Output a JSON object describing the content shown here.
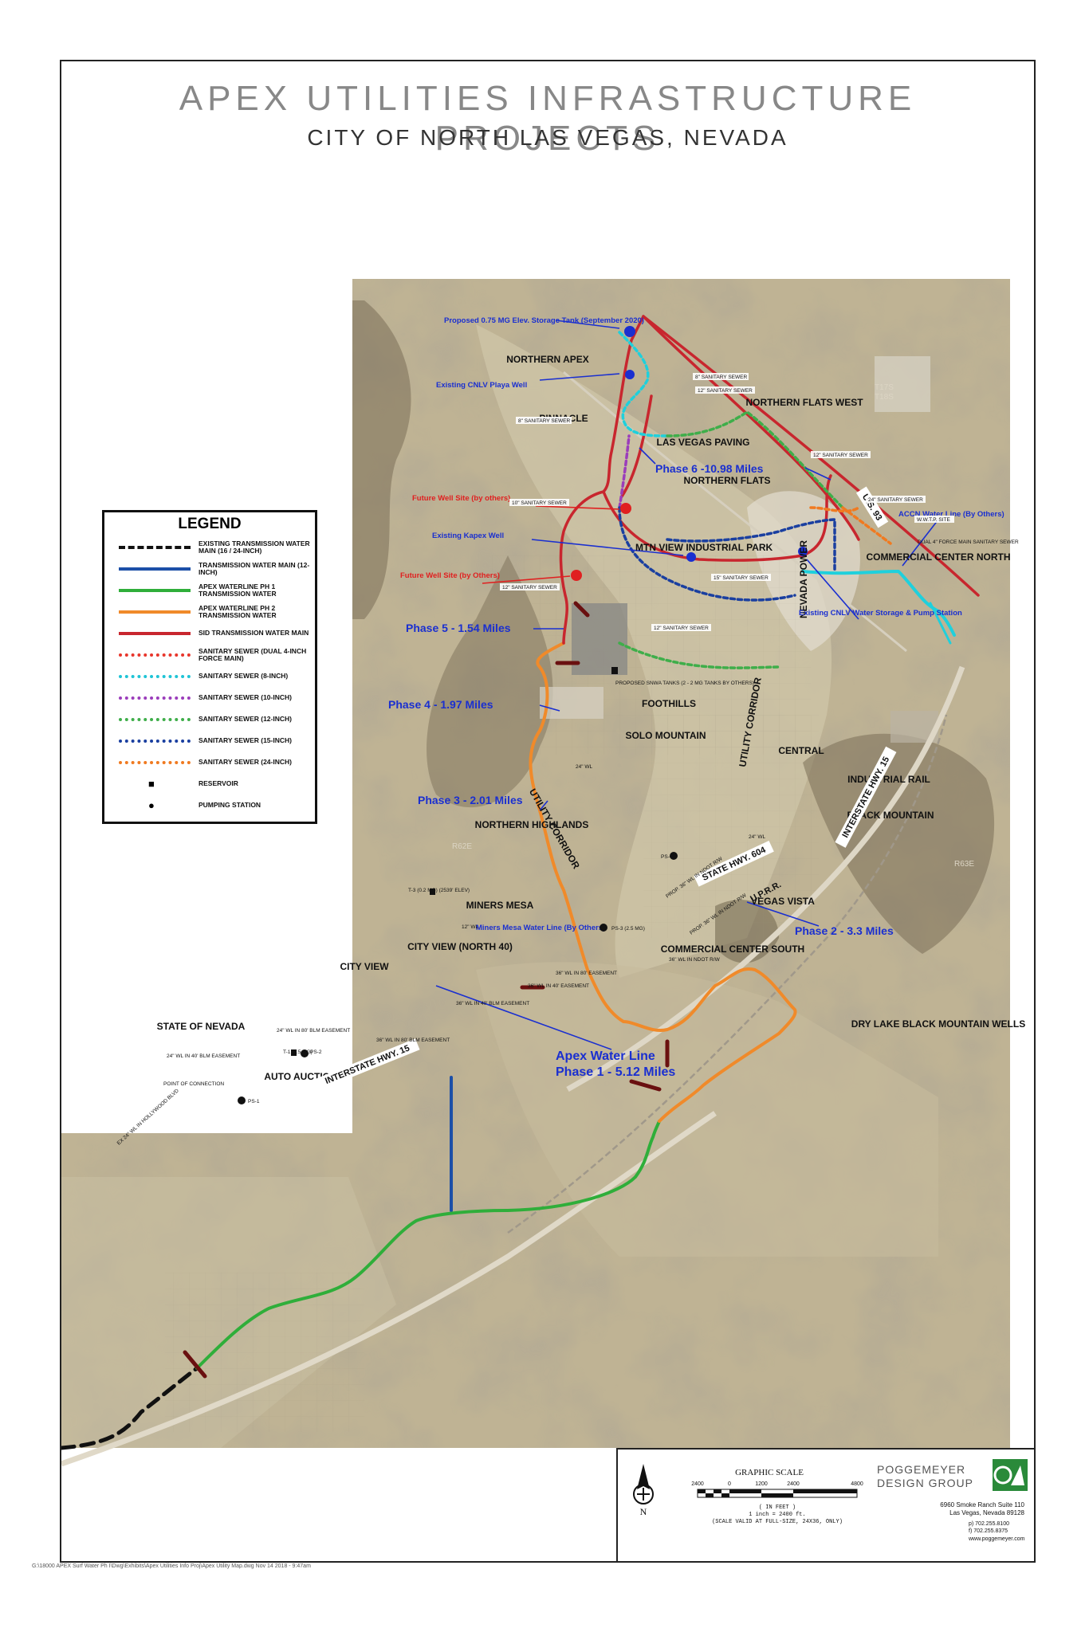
{
  "title": "APEX UTILITIES INFRASTRUCTURE PROJECTS",
  "subtitle": "CITY OF NORTH LAS VEGAS, NEVADA",
  "legend": {
    "title": "LEGEND",
    "items": [
      {
        "label": "EXISTING TRANSMISSION WATER MAIN (16 / 24-INCH)",
        "color": "#111111",
        "style": "dash-thick"
      },
      {
        "label": "TRANSMISSION WATER MAIN (12-INCH)",
        "color": "#1c4fa8",
        "style": "solid"
      },
      {
        "label": "APEX WATERLINE PH 1 TRANSMISSION WATER",
        "color": "#2fae3a",
        "style": "solid"
      },
      {
        "label": "APEX WATERLINE PH 2 TRANSMISSION WATER",
        "color": "#f08a2a",
        "style": "solid"
      },
      {
        "label": "SID TRANSMISSION WATER MAIN",
        "color": "#c8262e",
        "style": "solid"
      },
      {
        "label": "SANITARY SEWER (DUAL 4-INCH FORCE MAIN)",
        "color": "#e8362c",
        "style": "dot"
      },
      {
        "label": "SANITARY SEWER (8-INCH)",
        "color": "#1fc4d6",
        "style": "dot"
      },
      {
        "label": "SANITARY SEWER (10-INCH)",
        "color": "#9b3dbb",
        "style": "dot"
      },
      {
        "label": "SANITARY SEWER (12-INCH)",
        "color": "#3fae4a",
        "style": "dot"
      },
      {
        "label": "SANITARY SEWER (15-INCH)",
        "color": "#1a3fa0",
        "style": "dot"
      },
      {
        "label": "SANITARY SEWER (24-INCH)",
        "color": "#f07a20",
        "style": "dot"
      },
      {
        "label": "RESERVOIR",
        "color": "#111111",
        "style": "reservoir"
      },
      {
        "label": "PUMPING STATION",
        "color": "#111111",
        "style": "pump"
      }
    ]
  },
  "areas": {
    "northern_apex": "NORTHERN APEX",
    "pinnacle": "PINNACLE",
    "las_vegas_paving": "LAS VEGAS PAVING",
    "northern_flats_west": "NORTHERN FLATS WEST",
    "northern_flats": "NORTHERN FLATS",
    "mtn_view": "MTN VIEW INDUSTRIAL PARK",
    "commercial_center_north": "COMMERCIAL CENTER NORTH",
    "nevada_power": "NEVADA POWER",
    "foothills": "FOOTHILLS",
    "solo_mountain": "SOLO MOUNTAIN",
    "utility_corridor_1": "UTILITY CORRIDOR",
    "utility_corridor_2": "UTILITY CORRIDOR",
    "central": "CENTRAL",
    "industrial_rail": "INDUSTRIAL RAIL",
    "black_mountain": "BLACK MOUNTAIN",
    "northern_highlands": "NORTHERN HIGHLANDS",
    "miners_mesa": "MINERS MESA",
    "city_view_north": "CITY VIEW (NORTH 40)",
    "city_view": "CITY VIEW",
    "vegas_vista": "VEGAS VISTA",
    "commercial_center_south": "COMMERCIAL CENTER SOUTH",
    "state_of_nevada": "STATE OF NEVADA",
    "auto_auction": "AUTO AUCTION",
    "dry_lake": "DRY LAKE BLACK MOUNTAIN WELLS"
  },
  "roads": {
    "us93": "U.S. 93",
    "i15_north": "INTERSTATE HWY. 15",
    "i15_south": "INTERSTATE HWY. 15",
    "hwy604": "STATE HWY. 604",
    "uprr": "U.P.R.R."
  },
  "annotations": {
    "proposed_tank": "Proposed 0.75 MG Elev. Storage Tank (September 2020)",
    "playa_well": "Existing CNLV Playa Well",
    "future_well_1": "Future Well Site (by others)",
    "kapex_well": "Existing Kapex Well",
    "future_well_2": "Future Well Site (by Others)",
    "accn": "ACCN Water Line (By Others)",
    "cnlv_storage": "Existing CNLV Water Storage & Pump Station",
    "miners_mesa_line": "Miners Mesa Water Line (By Others)"
  },
  "phases": {
    "phase6": "Phase 6 -10.98 Miles",
    "phase5": "Phase 5 - 1.54 Miles",
    "phase4": "Phase 4 - 1.97 Miles",
    "phase3": "Phase 3 - 2.01 Miles",
    "phase2": "Phase 2 - 3.3 Miles",
    "phase1_a": "Apex Water Line",
    "phase1_b": "Phase 1 - 5.12 Miles"
  },
  "small_labels": {
    "s8_1": "8\" SANITARY SEWER",
    "s12_1": "12\" SANITARY SEWER",
    "s8_2": "8\" SANITARY SEWER",
    "s12_2": "12\" SANITARY SEWER",
    "s10": "10\" SANITARY SEWER",
    "s24": "24\" SANITARY SEWER",
    "wwtp": "W.W.T.P. SITE",
    "s15": "15\" SANITARY SEWER",
    "dual4": "DUAL 4\" FORCE MAIN SANITARY SEWER",
    "s12_3": "12\" SANITARY SEWER",
    "s12_4": "12\" SANITARY SEWER",
    "snwa": "PROPOSED SNWA TANKS (2 - 2 MG TANKS BY OTHERS)",
    "wl24_1": "24\" WL",
    "wl24_2": "24\" WL",
    "ps4": "PS-4",
    "t3": "T-3 (0.2 MG) (2539' ELEV)",
    "wl12": "12\" WL",
    "ps3": "PS-3 (2.5 MG)",
    "wl36_ndot_1": "PROP. 36\" WL IN NDOT R/W",
    "wl36_ndot_2": "PROP. 36\" WL IN NDOT R/W",
    "wl36_ndot_3": "36\" WL IN NDOT R/W",
    "wl36_80": "36\" WL IN 80' EASEMENT",
    "wl36_40": "36\" WL IN 40' EASEMENT",
    "wl36_blm40": "36\" WL IN 40' BLM EASEMENT",
    "wl24_blm80": "24\" WL IN 80' BLM EASEMENT",
    "wl36_blm80": "36\" WL IN 80' BLM EASEMENT",
    "wl24_blm40": "24\" WL IN 40' BLM EASEMENT",
    "t1": "T-1 (2.5 MG)",
    "ps2": "PS-2",
    "poc": "POINT OF CONNECTION",
    "ps1": "PS-1",
    "ex24": "EX 24\" WL IN HOLLYWOOD BLVD",
    "t17s": "T17S",
    "t18s": "T18S",
    "r62e": "R62E",
    "r63e": "R63E"
  },
  "title_block": {
    "graphic_scale": "GRAPHIC SCALE",
    "scale_ticks": [
      "2400",
      "0",
      "1200",
      "2400",
      "4800"
    ],
    "in_feet": "( IN FEET )",
    "inch_eq": "1 inch = 2400 ft.",
    "valid": "(SCALE VALID AT FULL-SIZE, 24X36, ONLY)",
    "north": "N",
    "company_1": "POGGEMEYER",
    "company_2": "DESIGN GROUP",
    "address_1": "6960 Smoke Ranch Suite 110",
    "address_2": "Las Vegas, Nevada 89128",
    "phone": "p) 702.255.8100",
    "fax": "f) 702.255.8375",
    "web": "www.poggemeyer.com"
  },
  "footer_path": "G:\\18000 APEX Surf Water Ph I\\Dwg\\Exhibits\\Apex Utilities Info Proj\\Apex Utility Map.dwg Nov 14 2018 - 9:47am",
  "colors": {
    "sid_red": "#c8262e",
    "phase2_orange": "#f08a2a",
    "phase1_green": "#2fae3a",
    "transmission_blue": "#1c4fa8",
    "callout_blue": "#1a2fd0",
    "callout_red": "#e02020",
    "cyan": "#1fd0dc",
    "terrain": "#b7aa8c"
  }
}
